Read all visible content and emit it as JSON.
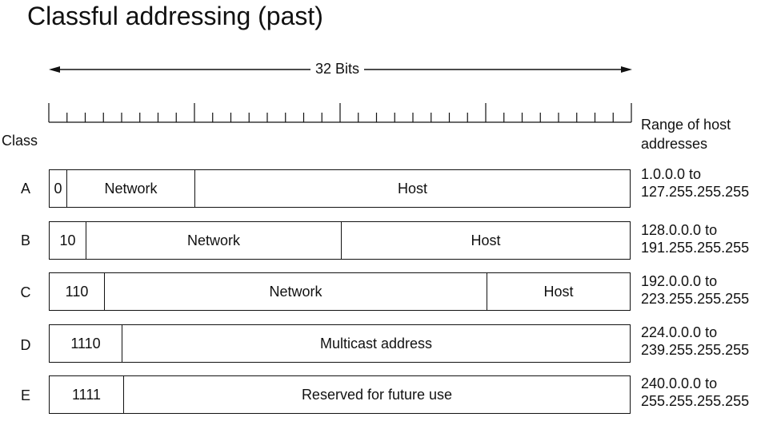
{
  "title": "Classful addressing (past)",
  "bits_label": "32 Bits",
  "class_header": "Class",
  "range_header": [
    "Range of host",
    "addresses"
  ],
  "rows": [
    {
      "class": "A",
      "segments": [
        "0",
        "Network",
        "Host"
      ],
      "range": [
        "1.0.0.0 to",
        "127.255.255.255"
      ]
    },
    {
      "class": "B",
      "segments": [
        "10",
        "Network",
        "Host"
      ],
      "range": [
        "128.0.0.0 to",
        "191.255.255.255"
      ]
    },
    {
      "class": "C",
      "segments": [
        "110",
        "Network",
        "Host"
      ],
      "range": [
        "192.0.0.0 to",
        "223.255.255.255"
      ]
    },
    {
      "class": "D",
      "segments": [
        "1110",
        "Multicast address"
      ],
      "range": [
        "224.0.0.0 to",
        "239.255.255.255"
      ]
    },
    {
      "class": "E",
      "segments": [
        "1111",
        "Reserved for future use"
      ],
      "range": [
        "240.0.0.0 to",
        "255.255.255.255"
      ]
    }
  ]
}
